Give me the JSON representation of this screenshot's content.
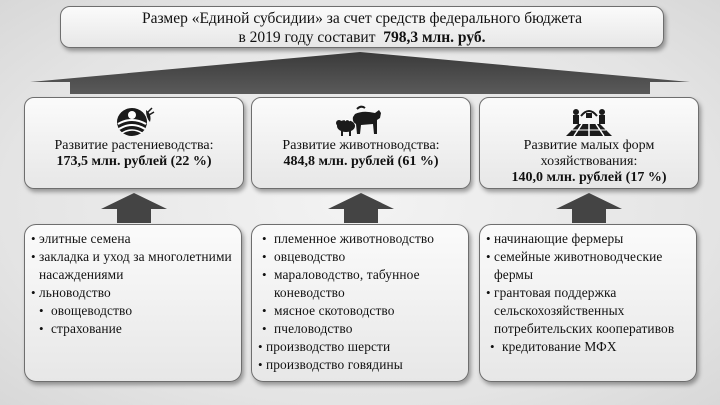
{
  "title": {
    "line1": "Размер «Единой субсидии» за счет средств федерального бюджета",
    "line2_prefix": "в 2019 году составит",
    "line2_value": "798,3 млн. руб."
  },
  "categories": [
    {
      "icon": "crop-field-icon",
      "label": "Развитие растениеводства:",
      "value": "173,5 млн. рублей (22 %)",
      "items": [
        "элитные семена",
        "закладка и уход за многолетними насаждениями",
        "льноводство",
        "овощеводство",
        "страхование"
      ]
    },
    {
      "icon": "livestock-icon",
      "label": "Развитие животноводства:",
      "value": "484,8 млн. рублей (61 %)",
      "items": [
        "племенное животноводство",
        "овцеводство",
        "мараловодство, табунное коневодство",
        "мясное скотоводство",
        "пчеловодство",
        "производство шерсти",
        "производство говядины"
      ]
    },
    {
      "icon": "farmers-icon",
      "label": "Развитие малых форм хозяйствования:",
      "value": "140,0 млн. рублей (17 %)",
      "items": [
        "начинающие фермеры",
        "семейные животноводческие фермы",
        "грантовая поддержка сельскохозяйственных потребительских кооперативов",
        "кредитование МФХ"
      ]
    }
  ],
  "colors": {
    "arrow": "#4a4a4a",
    "box_border": "#6e6e6e"
  }
}
